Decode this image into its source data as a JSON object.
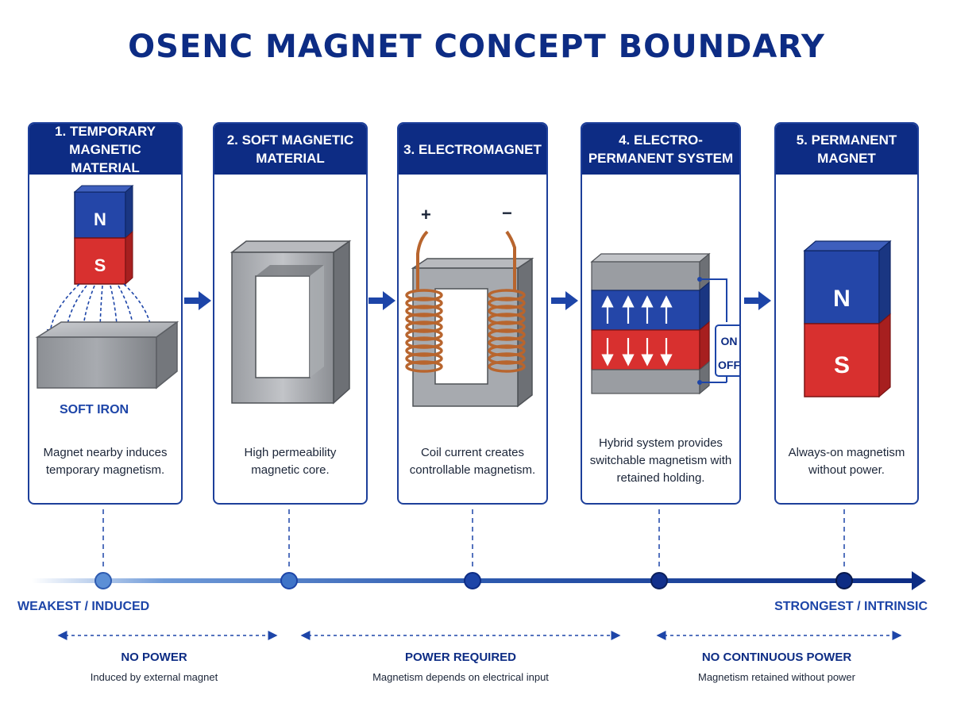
{
  "title": "OSENC MAGNET CONCEPT BOUNDARY",
  "colors": {
    "navy": "#0d2c84",
    "north": "#2446a8",
    "south": "#d8302f",
    "iron": "#9a9ca1",
    "copper": "#b8652e"
  },
  "cards": [
    {
      "title": "1. TEMPORARY MAGNETIC MATERIAL",
      "desc": "Magnet nearby induces temporary magnetism.",
      "label": "SOFT IRON",
      "pole_n": "N",
      "pole_s": "S"
    },
    {
      "title": "2. SOFT MAGNETIC MATERIAL",
      "desc": "High permeability magnetic core."
    },
    {
      "title": "3. ELECTROMAGNET",
      "desc": "Coil current creates controllable magnetism.",
      "plus": "+",
      "minus": "−"
    },
    {
      "title": "4. ELECTRO-PERMANENT SYSTEM",
      "desc": "Hybrid system provides switchable magnetism with retained holding.",
      "switch_on": "ON",
      "switch_off": "OFF"
    },
    {
      "title": "5. PERMANENT MAGNET",
      "desc": "Always-on magnetism without power.",
      "pole_n": "N",
      "pole_s": "S"
    }
  ],
  "scale": {
    "left_label": "WEAKEST / INDUCED",
    "right_label": "STRONGEST / INTRINSIC"
  },
  "zones": [
    {
      "title": "NO POWER",
      "subtitle": "Induced by external magnet"
    },
    {
      "title": "POWER REQUIRED",
      "subtitle": "Magnetism depends on electrical input"
    },
    {
      "title": "NO CONTINUOUS POWER",
      "subtitle": "Magnetism retained without power"
    }
  ]
}
